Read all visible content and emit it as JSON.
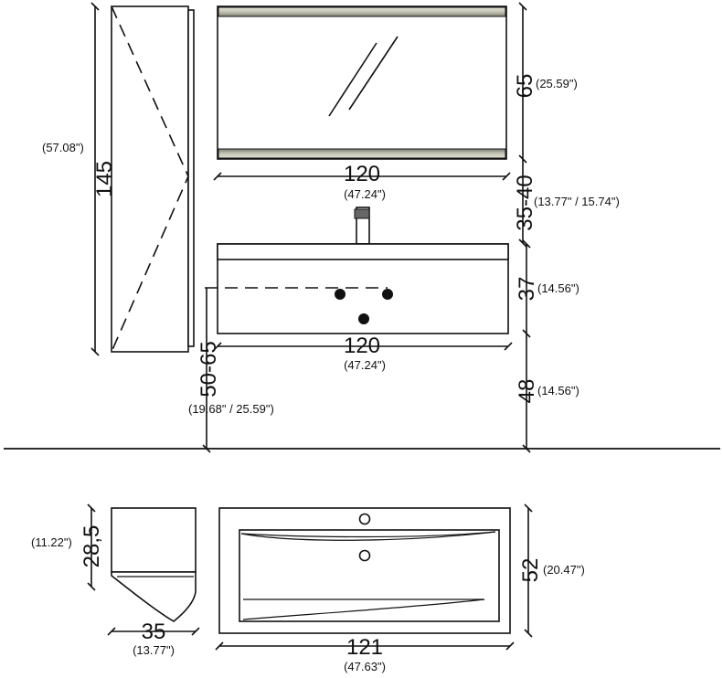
{
  "tall_cabinet": {
    "height_cm": "145",
    "height_in": "(57.08\")"
  },
  "mirror": {
    "width_cm": "120",
    "width_in": "(47.24\")",
    "height_cm": "65",
    "height_in": "(25.59\")"
  },
  "faucet_gap": {
    "range_cm": "35-40",
    "range_in": "(13.77\" / 15.74\")"
  },
  "vanity": {
    "width_cm": "120",
    "width_in": "(47.24\")",
    "height_cm": "37",
    "height_in": "(14.56\")",
    "floor_gap_cm": "48",
    "floor_gap_in": "(14.56\")",
    "mount_height_cm": "50-65",
    "mount_height_in": "(19.68\" / 25.59\")"
  },
  "top_view_cabinet": {
    "depth_cm": "28,5",
    "depth_in": "(11.22\")",
    "width_cm": "35",
    "width_in": "(13.77\")"
  },
  "top_view_basin": {
    "width_cm": "121",
    "width_in": "(47.63\")",
    "depth_cm": "52",
    "depth_in": "(20.47\")"
  },
  "colors": {
    "line": "#111111",
    "mirror_frame_light": "#d8d8cc",
    "mirror_frame_dark": "#8a8a80"
  }
}
